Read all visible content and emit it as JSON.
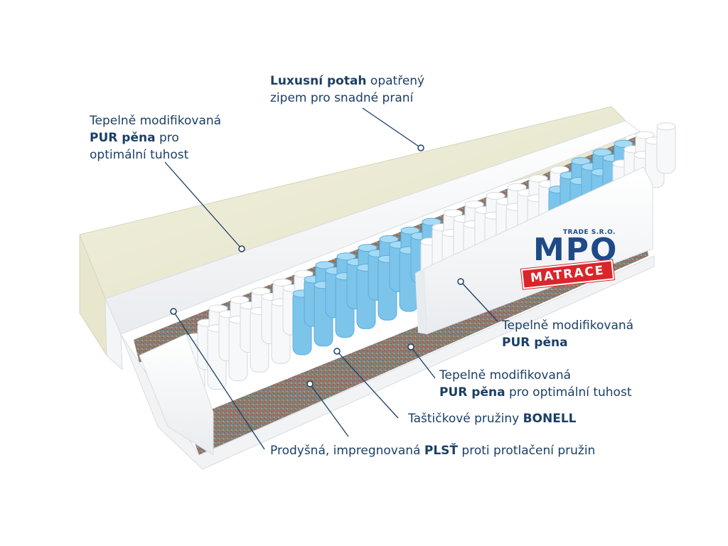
{
  "callouts": {
    "cover": {
      "bold": "Luxusní potah",
      "rest1": " opatřený",
      "line2": "zipem pro snadné praní"
    },
    "top_foam": {
      "line1": "Tepelně modifikovaná",
      "bold": "PUR pěna",
      "rest2": " pro",
      "line3": "optimální tuhost"
    },
    "side_foam": {
      "line1": "Tepelně modifikovaná",
      "bold": "PUR pěna"
    },
    "inner_foam": {
      "line1": "Tepelně modifikovaná",
      "bold": "PUR pěna",
      "rest2": " pro optimální tuhost"
    },
    "springs": {
      "text": "Taštičkové pružiny ",
      "bold": "BONELL"
    },
    "felt": {
      "text": "Prodyšná, impregnovaná ",
      "bold": "PLSŤ",
      "rest": " proti protlačení pružin"
    }
  },
  "logo": {
    "trade": "TRADE S.R.O.",
    "mpo": "MPO",
    "matrace": "MATRACE"
  },
  "colors": {
    "label": "#1b3f66",
    "logo_blue": "#1e4a87",
    "logo_red": "#d9262b",
    "accent_spring": "#7cc4ea"
  }
}
